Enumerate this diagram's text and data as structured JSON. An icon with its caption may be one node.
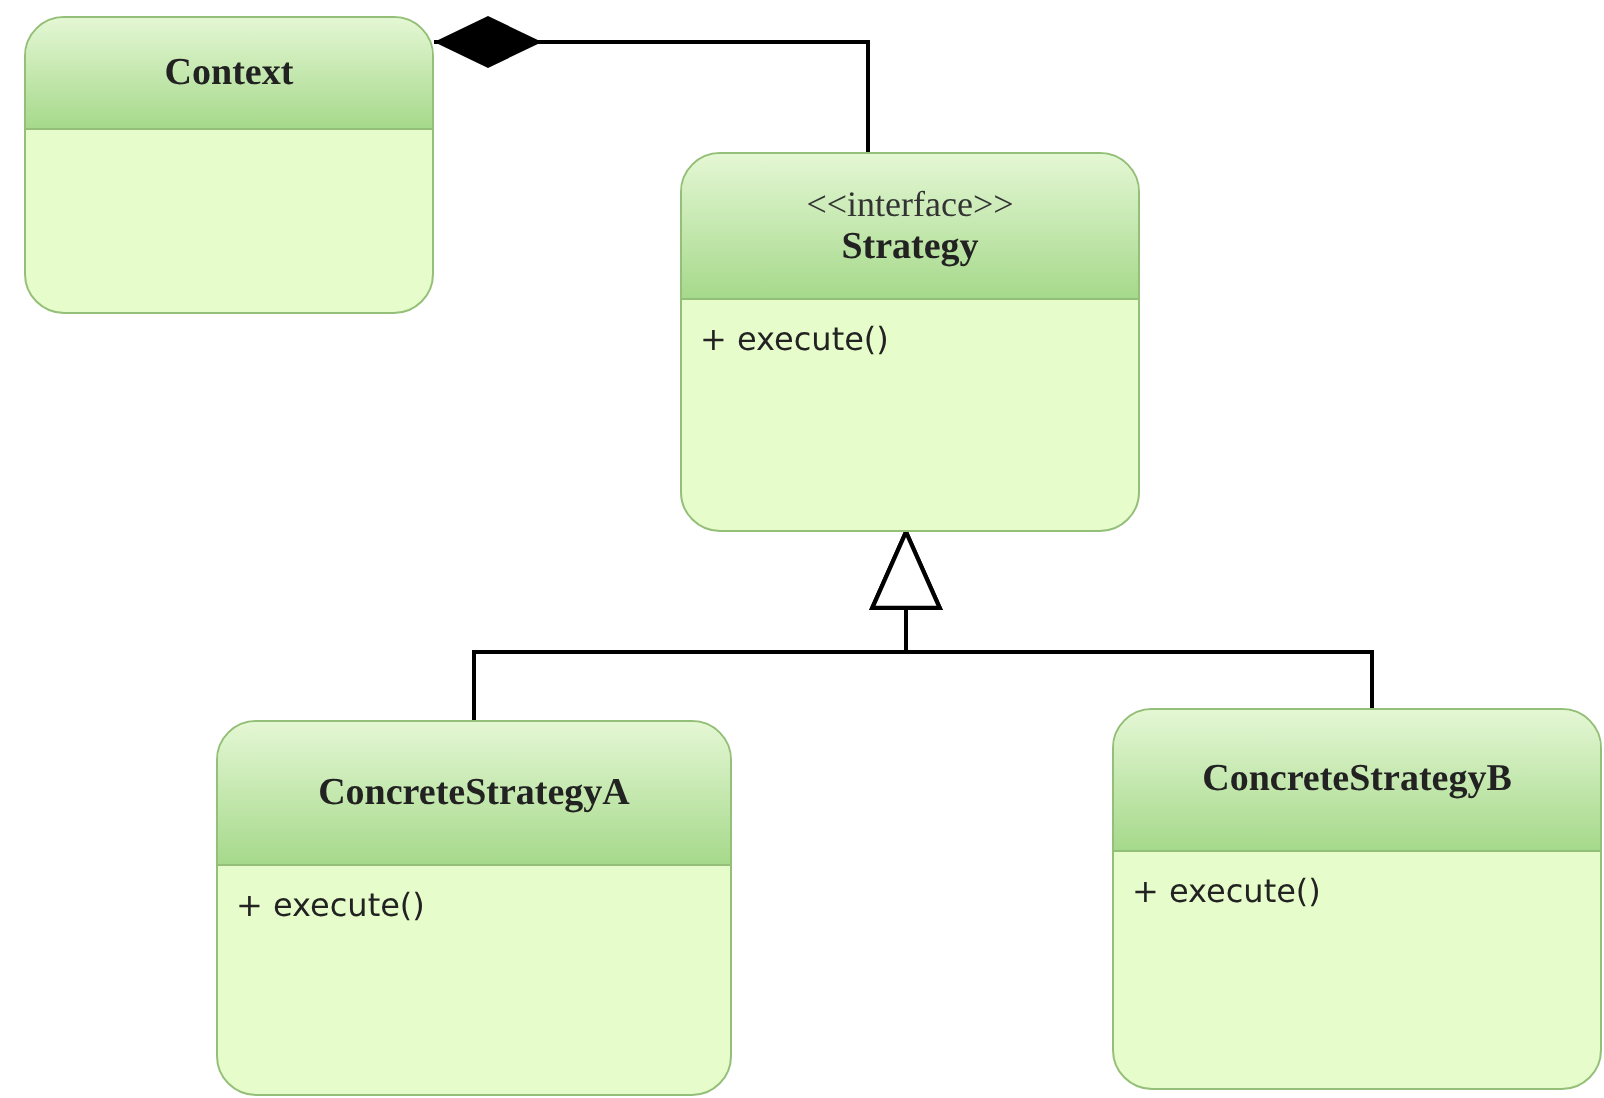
{
  "diagram": {
    "nodes": [
      {
        "text": [
          "Context"
        ]
      },
      {
        "text": [
          "<<interface>>",
          "Strategy",
          "+ execute()"
        ]
      },
      {
        "text": [
          "ConcreteStrategyA",
          "+ execute()"
        ]
      },
      {
        "text": [
          "ConcreteStrategyB",
          "+ execute()"
        ]
      }
    ],
    "edges": [
      {
        "from": 1,
        "to": 0,
        "arrow": "other"
      },
      {
        "from": 2,
        "to": 1,
        "arrow": "to"
      },
      {
        "from": 3,
        "to": 1,
        "arrow": "to"
      }
    ]
  }
}
